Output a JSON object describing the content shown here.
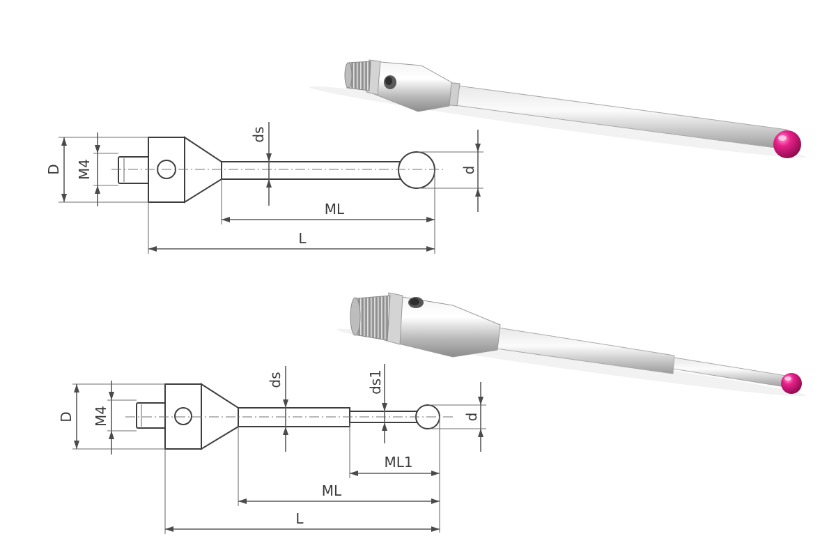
{
  "diagram_top": {
    "labels": {
      "D": "D",
      "M4": "M4",
      "ds": "ds",
      "d": "d",
      "ML": "ML",
      "L": "L"
    }
  },
  "diagram_bottom": {
    "labels": {
      "D": "D",
      "M4": "M4",
      "ds": "ds",
      "ds1": "ds1",
      "d": "d",
      "ML1": "ML1",
      "ML": "ML",
      "L": "L"
    }
  },
  "colors": {
    "ruby_ball": "#e0187a",
    "steel": "#c8c8c8",
    "line": "#4a4a4a"
  }
}
